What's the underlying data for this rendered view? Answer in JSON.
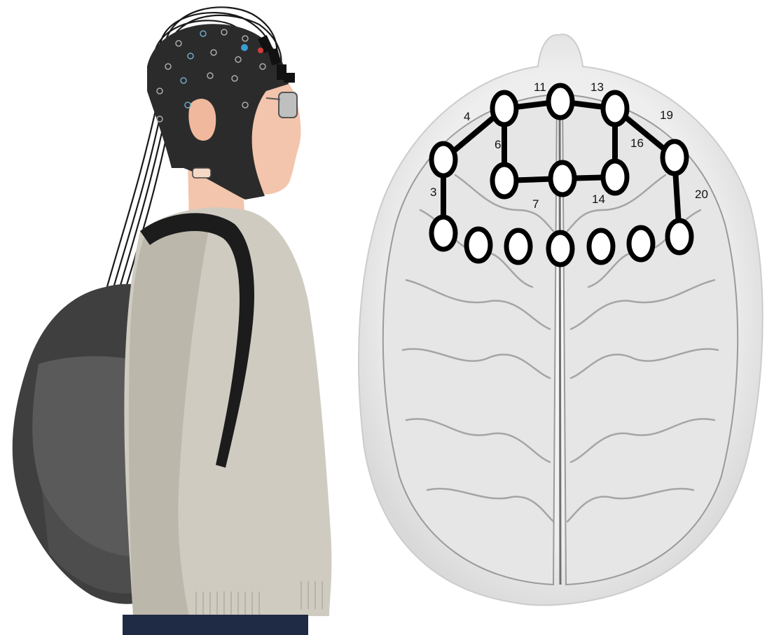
{
  "figure": {
    "left_panel": "person wearing EEG/fNIRS cap with backpack, side view",
    "right_panel": "top view of brain with optode montage"
  },
  "optodes": [
    {
      "id": "s1"
    },
    {
      "id": "s2"
    },
    {
      "id": "s3"
    },
    {
      "id": "s4"
    },
    {
      "id": "s5"
    },
    {
      "id": "s6"
    },
    {
      "id": "s7"
    },
    {
      "id": "s8"
    },
    {
      "id": "s9"
    },
    {
      "id": "s10"
    },
    {
      "id": "s11"
    },
    {
      "id": "s12"
    },
    {
      "id": "s13"
    },
    {
      "id": "s14"
    },
    {
      "id": "s15"
    },
    {
      "id": "s16"
    },
    {
      "id": "s17"
    }
  ],
  "channels": [
    {
      "label": "3",
      "from": "s2",
      "to": "s7"
    },
    {
      "label": "4",
      "from": "s2",
      "to": "s3"
    },
    {
      "label": "6",
      "from": "s3",
      "to": "s8"
    },
    {
      "label": "7",
      "from": "s8",
      "to": "s9"
    },
    {
      "label": "11",
      "from": "s3",
      "to": "s4"
    },
    {
      "label": "13",
      "from": "s4",
      "to": "s5"
    },
    {
      "label": "14",
      "from": "s9",
      "to": "s10"
    },
    {
      "label": "16",
      "from": "s5",
      "to": "s10"
    },
    {
      "label": "19",
      "from": "s5",
      "to": "s6"
    },
    {
      "label": "20",
      "from": "s6",
      "to": "s17"
    }
  ],
  "colors": {
    "optode_stroke": "#000000",
    "cap": "#2b2b2b",
    "sweater": "#cfcbc1",
    "skin": "#f3c5ac",
    "backpack": "#4a4a4a",
    "brain": "#e9e9e9"
  }
}
